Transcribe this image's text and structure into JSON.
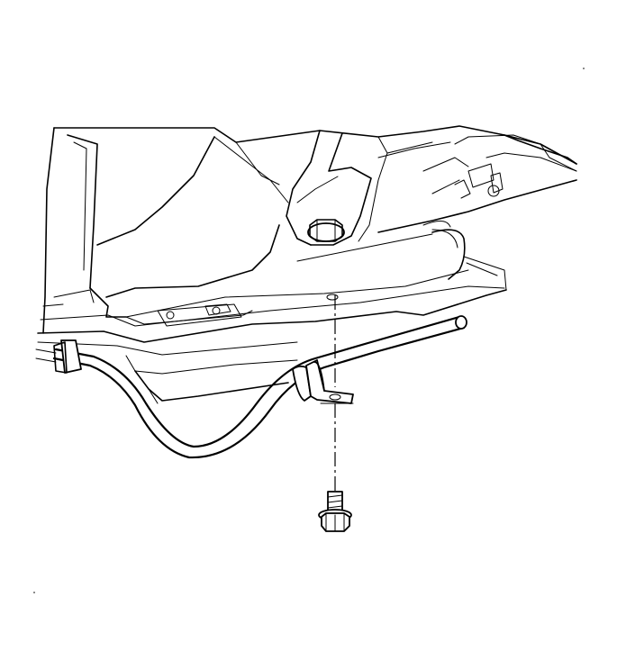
{
  "diagram": {
    "parts": [
      {
        "id": "vehicle-underbody",
        "icon": "underbody-structure-icon"
      },
      {
        "id": "fuel-tank",
        "icon": "fuel-tank-icon"
      },
      {
        "id": "fuel-tube",
        "icon": "tube-icon"
      },
      {
        "id": "tube-retaining-clip",
        "icon": "clip-bracket-icon"
      },
      {
        "id": "mounting-bolt",
        "icon": "flange-bolt-icon"
      },
      {
        "id": "frame-nut",
        "icon": "hex-nut-icon"
      }
    ],
    "line_color": "#000000",
    "background_color": "#ffffff"
  }
}
